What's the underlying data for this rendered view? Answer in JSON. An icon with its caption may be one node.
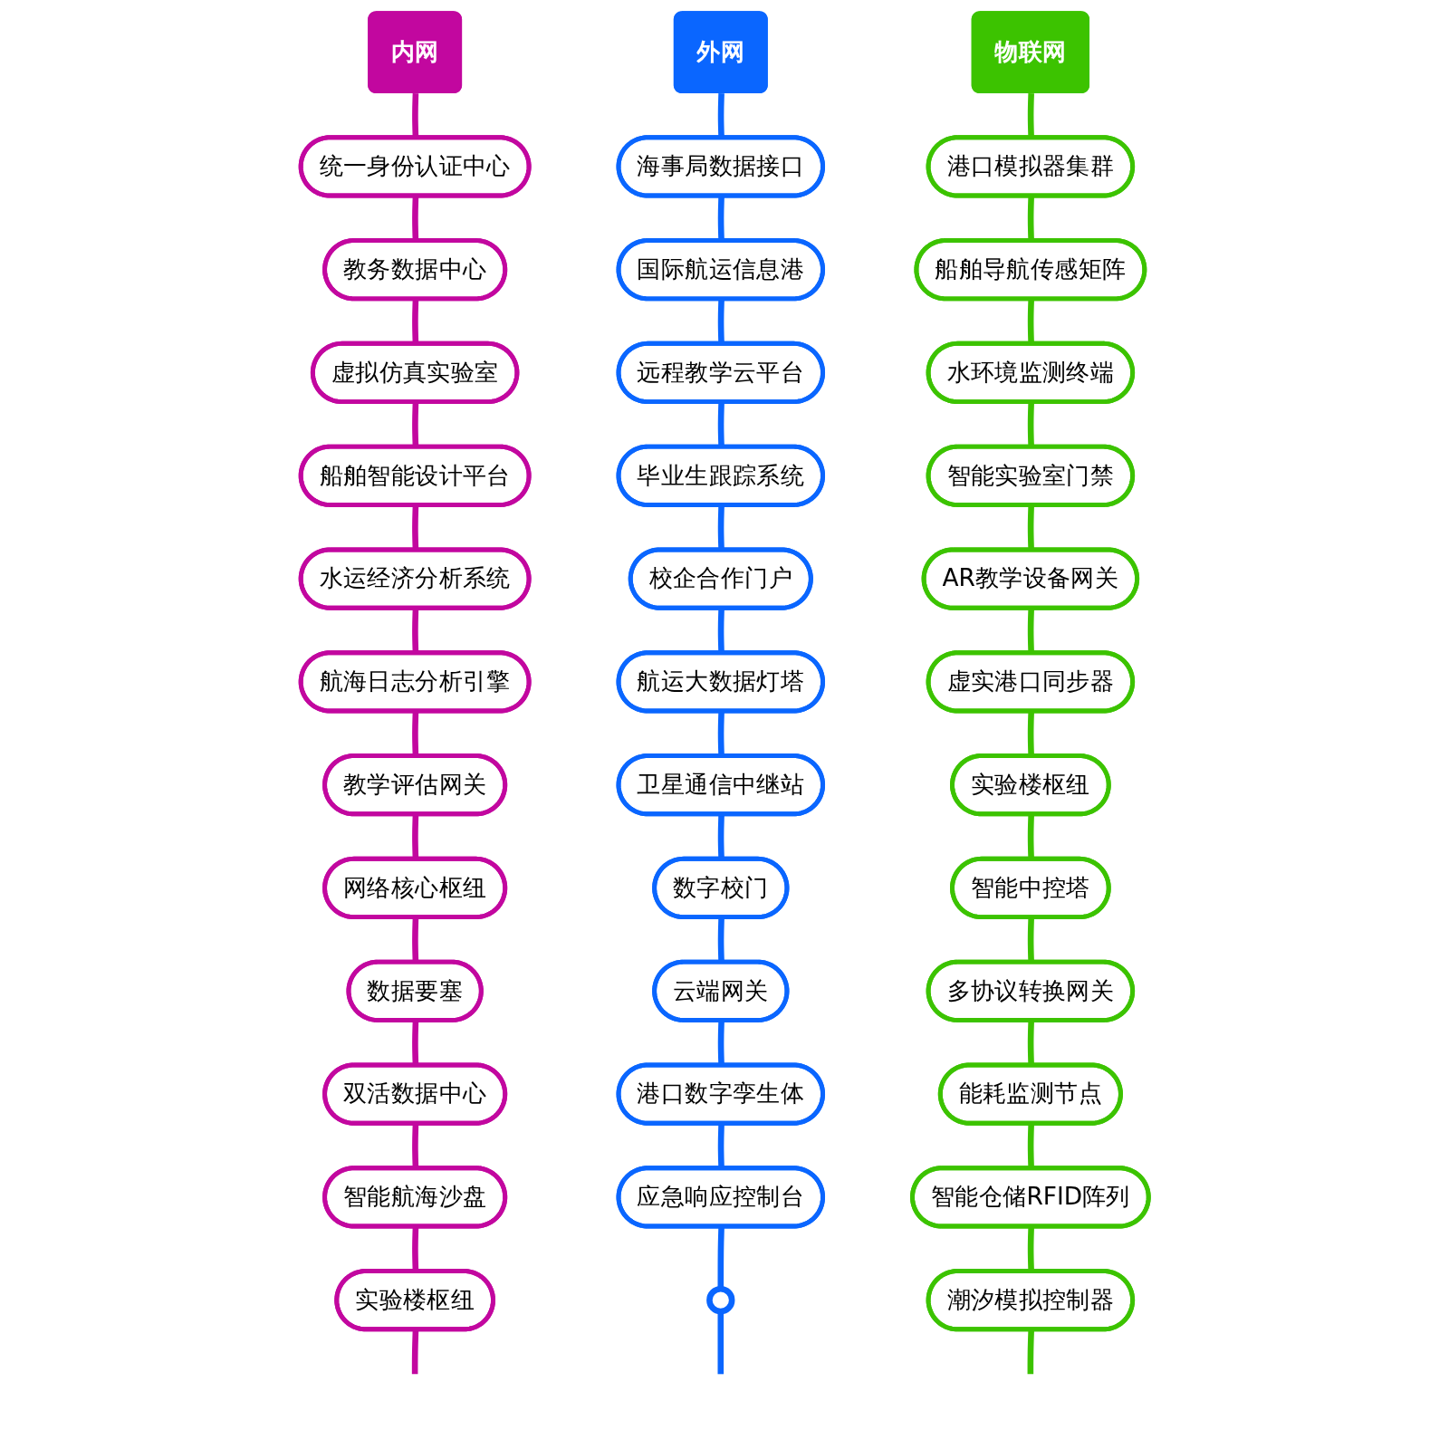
{
  "diagram": {
    "nodes": [
      {
        "text": [
          "内网"
        ]
      },
      {
        "text": [
          "统一身份认证中心"
        ]
      },
      {
        "text": [
          "教务数据中心"
        ]
      },
      {
        "text": [
          "虚拟仿真实验室"
        ]
      },
      {
        "text": [
          "船舶智能设计平台"
        ]
      },
      {
        "text": [
          "水运经济分析系统"
        ]
      },
      {
        "text": [
          "航海日志分析引擎"
        ]
      },
      {
        "text": [
          "教学评估网关"
        ]
      },
      {
        "text": [
          "网络核心枢纽"
        ]
      },
      {
        "text": [
          "数据要塞"
        ]
      },
      {
        "text": [
          "双活数据中心"
        ]
      },
      {
        "text": [
          "智能航海沙盘"
        ]
      },
      {
        "text": [
          "实验楼枢纽"
        ]
      },
      {
        "text": [
          "外网"
        ]
      },
      {
        "text": [
          "海事局数据接口"
        ]
      },
      {
        "text": [
          "国际航运信息港"
        ]
      },
      {
        "text": [
          "远程教学云平台"
        ]
      },
      {
        "text": [
          "毕业生跟踪系统"
        ]
      },
      {
        "text": [
          "校企合作门户"
        ]
      },
      {
        "text": [
          "航运大数据灯塔"
        ]
      },
      {
        "text": [
          "卫星通信中继站"
        ]
      },
      {
        "text": [
          "数字校门"
        ]
      },
      {
        "text": [
          "云端网关"
        ]
      },
      {
        "text": [
          "港口数字孪生体"
        ]
      },
      {
        "text": [
          "应急响应控制台"
        ]
      },
      {
        "text": [],
        "shape": "circle"
      },
      {
        "text": [
          "物联网"
        ]
      },
      {
        "text": [
          "港口模拟器集群"
        ]
      },
      {
        "text": [
          "船舶导航传感矩阵"
        ]
      },
      {
        "text": [
          "水环境监测终端"
        ]
      },
      {
        "text": [
          "智能实验室门禁"
        ]
      },
      {
        "text": [
          "AR教学设备网关"
        ]
      },
      {
        "text": [
          "虚实港口同步器"
        ]
      },
      {
        "text": [
          "实验楼枢纽"
        ]
      },
      {
        "text": [
          "智能中控塔"
        ]
      },
      {
        "text": [
          "多协议转换网关"
        ]
      },
      {
        "text": [
          "能耗监测节点"
        ]
      },
      {
        "text": [
          "智能仓储RFID阵列"
        ]
      },
      {
        "text": [
          "潮汐模拟控制器"
        ]
      }
    ],
    "edges": [
      {
        "from": 0,
        "to": 1,
        "arrow": "none",
        "color": "#c2079f"
      },
      {
        "from": 1,
        "to": 2,
        "arrow": "none",
        "color": "#c2079f"
      },
      {
        "from": 2,
        "to": 3,
        "arrow": "none",
        "color": "#c2079f"
      },
      {
        "from": 3,
        "to": 4,
        "arrow": "none",
        "color": "#c2079f"
      },
      {
        "from": 4,
        "to": 5,
        "arrow": "none",
        "color": "#c2079f"
      },
      {
        "from": 5,
        "to": 6,
        "arrow": "none",
        "color": "#c2079f"
      },
      {
        "from": 6,
        "to": 7,
        "arrow": "none",
        "color": "#c2079f"
      },
      {
        "from": 7,
        "to": 8,
        "arrow": "none",
        "color": "#c2079f"
      },
      {
        "from": 8,
        "to": 9,
        "arrow": "none",
        "color": "#c2079f"
      },
      {
        "from": 9,
        "to": 10,
        "arrow": "none",
        "color": "#c2079f"
      },
      {
        "from": 10,
        "to": 11,
        "arrow": "none",
        "color": "#c2079f"
      },
      {
        "from": 11,
        "to": 12,
        "arrow": "none",
        "color": "#c2079f"
      },
      {
        "from": 12,
        "to": null,
        "arrow": "none",
        "color": "#c2079f"
      },
      {
        "from": 13,
        "to": 14,
        "arrow": "none",
        "color": "#0a66ff"
      },
      {
        "from": 14,
        "to": 15,
        "arrow": "none",
        "color": "#0a66ff"
      },
      {
        "from": 15,
        "to": 16,
        "arrow": "none",
        "color": "#0a66ff"
      },
      {
        "from": 16,
        "to": 17,
        "arrow": "none",
        "color": "#0a66ff"
      },
      {
        "from": 17,
        "to": 18,
        "arrow": "none",
        "color": "#0a66ff"
      },
      {
        "from": 18,
        "to": 19,
        "arrow": "none",
        "color": "#0a66ff"
      },
      {
        "from": 19,
        "to": 20,
        "arrow": "none",
        "color": "#0a66ff"
      },
      {
        "from": 20,
        "to": 21,
        "arrow": "none",
        "color": "#0a66ff"
      },
      {
        "from": 21,
        "to": 22,
        "arrow": "none",
        "color": "#0a66ff"
      },
      {
        "from": 22,
        "to": 23,
        "arrow": "none",
        "color": "#0a66ff"
      },
      {
        "from": 23,
        "to": 24,
        "arrow": "none",
        "color": "#0a66ff"
      },
      {
        "from": 24,
        "to": 25,
        "arrow": "none",
        "color": "#0a66ff"
      },
      {
        "from": 25,
        "to": null,
        "arrow": "none",
        "color": "#0a66ff"
      },
      {
        "from": 26,
        "to": 27,
        "arrow": "none",
        "color": "#3cc300"
      },
      {
        "from": 27,
        "to": 28,
        "arrow": "none",
        "color": "#3cc300"
      },
      {
        "from": 28,
        "to": 29,
        "arrow": "none",
        "color": "#3cc300"
      },
      {
        "from": 29,
        "to": 30,
        "arrow": "none",
        "color": "#3cc300"
      },
      {
        "from": 30,
        "to": 31,
        "arrow": "none",
        "color": "#3cc300"
      },
      {
        "from": 31,
        "to": 32,
        "arrow": "none",
        "color": "#3cc300"
      },
      {
        "from": 32,
        "to": 33,
        "arrow": "none",
        "color": "#3cc300"
      },
      {
        "from": 33,
        "to": 34,
        "arrow": "none",
        "color": "#3cc300"
      },
      {
        "from": 34,
        "to": 35,
        "arrow": "none",
        "color": "#3cc300"
      },
      {
        "from": 35,
        "to": 36,
        "arrow": "none",
        "color": "#3cc300"
      },
      {
        "from": 36,
        "to": 37,
        "arrow": "none",
        "color": "#3cc300"
      },
      {
        "from": 37,
        "to": 38,
        "arrow": "none",
        "color": "#3cc300"
      },
      {
        "from": 38,
        "to": null,
        "arrow": "none",
        "color": "#3cc300"
      }
    ]
  }
}
